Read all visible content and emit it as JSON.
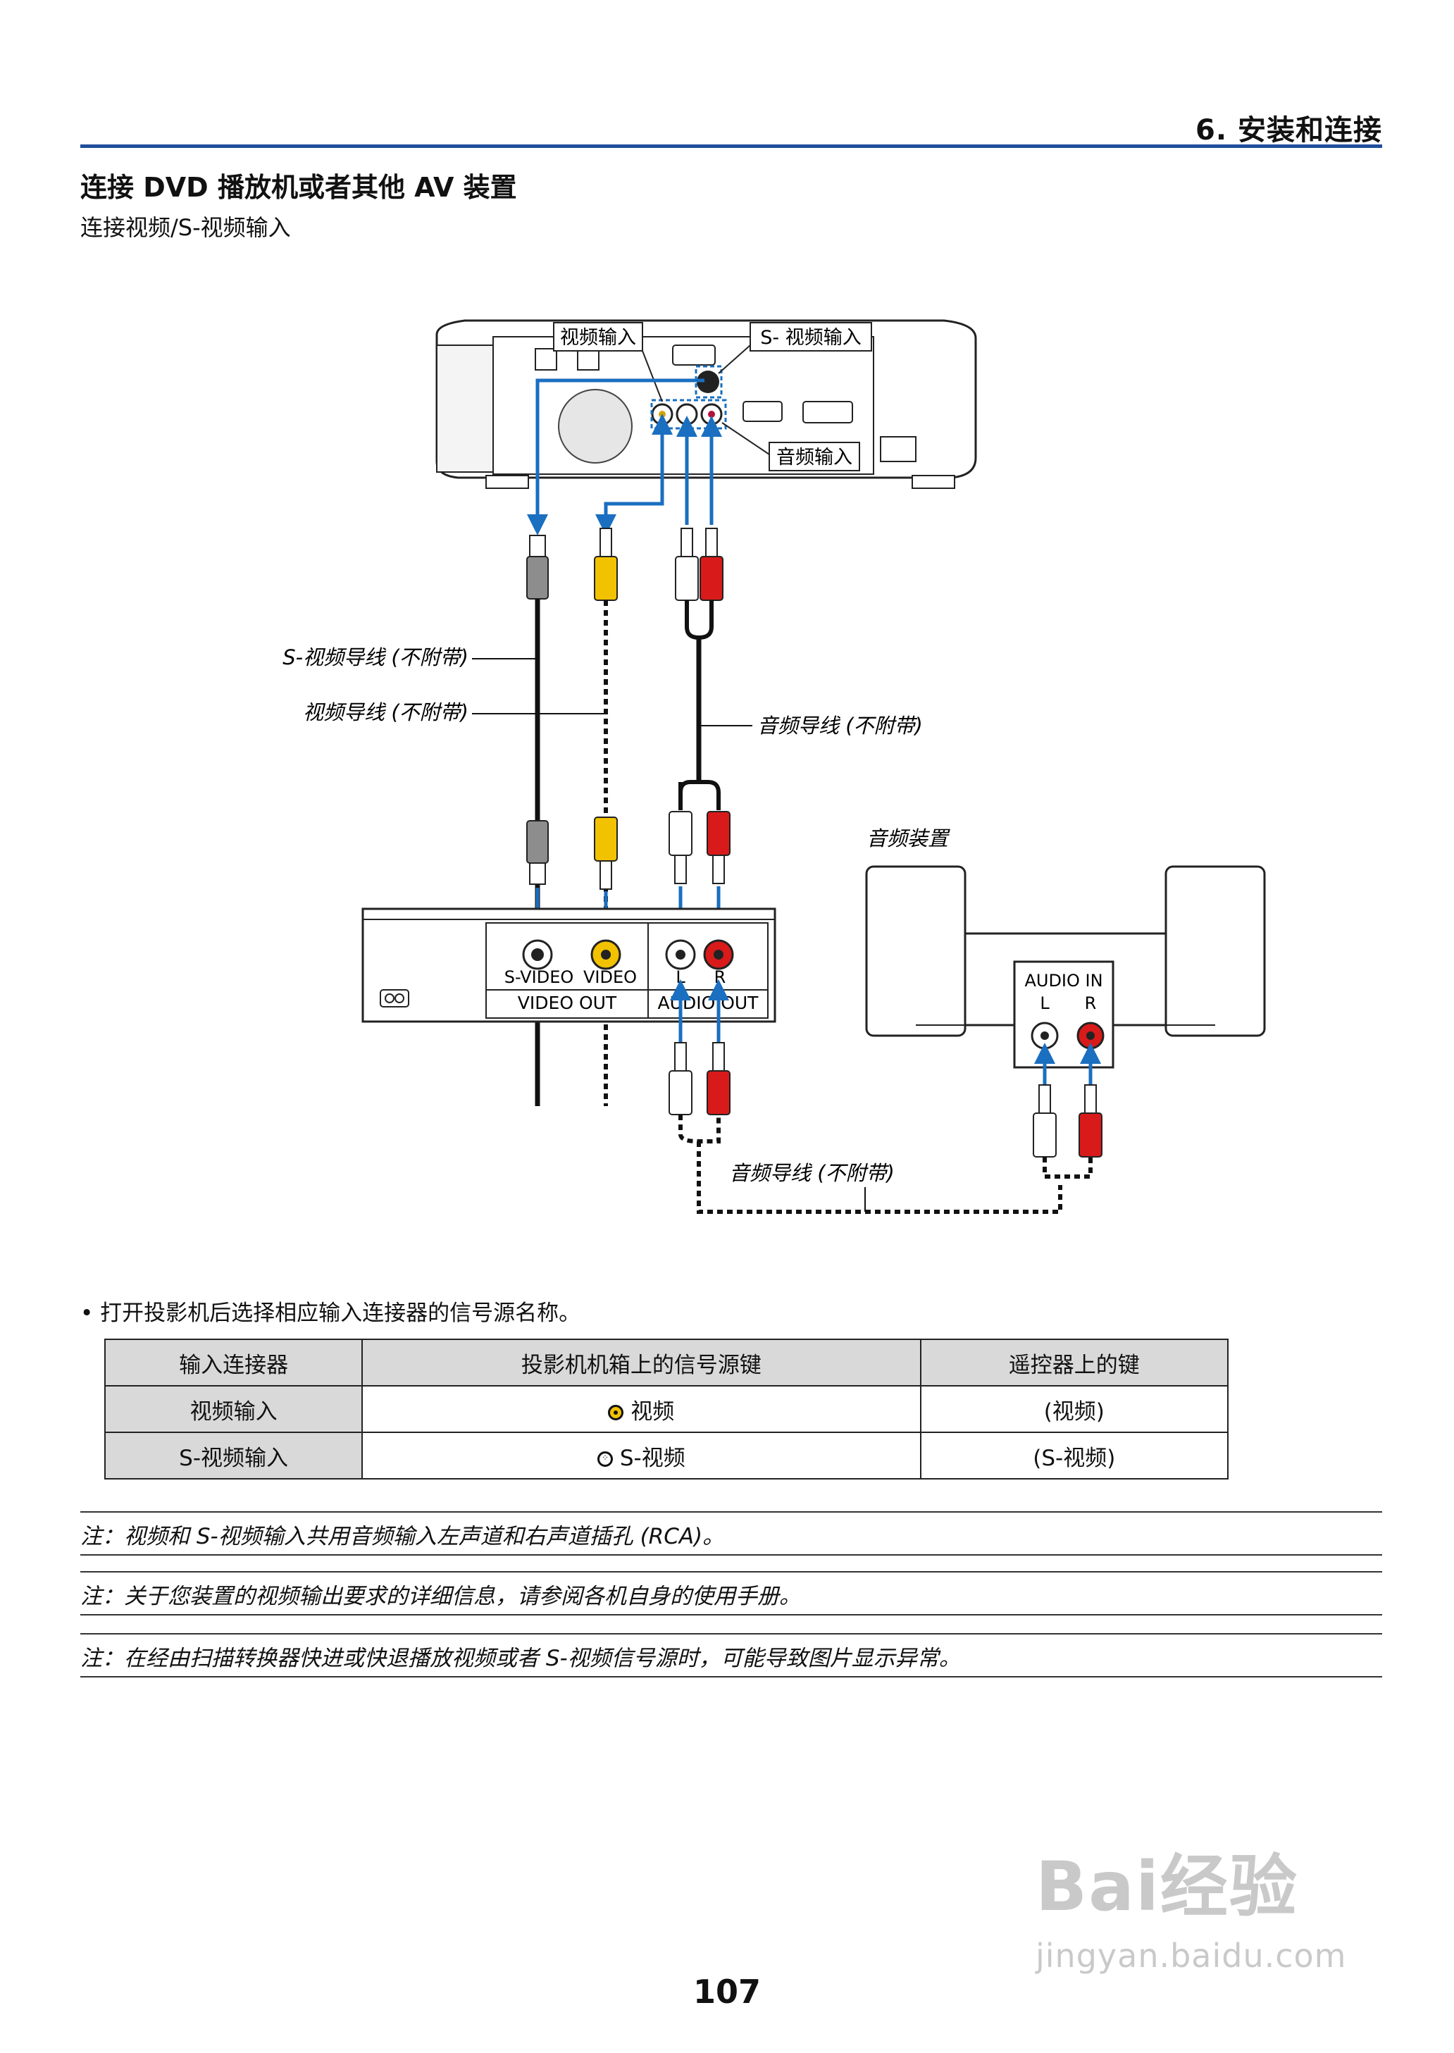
{
  "header": {
    "chapter": "6. 安装和连接"
  },
  "section": {
    "title": "连接 DVD 播放机或者其他 AV 装置",
    "subtitle": "连接视频/S-视频输入"
  },
  "diagram": {
    "projector_labels": {
      "video_in": "视频输入",
      "svideo_in": "S- 视频输入",
      "audio_in": "音频输入"
    },
    "cable_labels": {
      "svideo_cable": "S-视频导线 (不附带)",
      "video_cable": "视频导线 (不附带)",
      "audio_cable": "音频导线 (不附带)",
      "audio_cable_2": "音频导线 (不附带)"
    },
    "dvd_labels": {
      "svideo": "S-VIDEO",
      "video": "VIDEO",
      "video_out": "VIDEO OUT",
      "audio_out": "AUDIO OUT",
      "l": "L",
      "r": "R"
    },
    "audio_device": {
      "title": "音频装置",
      "audio_in": "AUDIO IN",
      "l": "L",
      "r": "R"
    },
    "colors": {
      "accent_blue": "#1a6fc0",
      "yellow": "#f2c200",
      "red": "#d81a1a"
    }
  },
  "bullet": "打开投影机后选择相应输入连接器的信号源名称。",
  "table": {
    "headers": [
      "输入连接器",
      "投影机机箱上的信号源键",
      "遥控器上的键"
    ],
    "rows": [
      {
        "connector": "视频输入",
        "cabinet_icon": "video-jack-icon",
        "cabinet_key": "视频",
        "remote_key": "(视频)"
      },
      {
        "connector": "S-视频输入",
        "cabinet_icon": "svideo-jack-icon",
        "cabinet_key": "S-视频",
        "remote_key": "(S-视频)"
      }
    ]
  },
  "notes": [
    "注：视频和 S-视频输入共用音频输入左声道和右声道插孔 (RCA)。",
    "注：关于您装置的视频输出要求的详细信息，请参阅各机自身的使用手册。",
    "注：在经由扫描转换器快进或快退播放视频或者 S-视频信号源时，可能导致图片显示异常。"
  ],
  "page_number": "107",
  "watermark": {
    "brand": "Bai经验",
    "url": "jingyan.baidu.com"
  }
}
